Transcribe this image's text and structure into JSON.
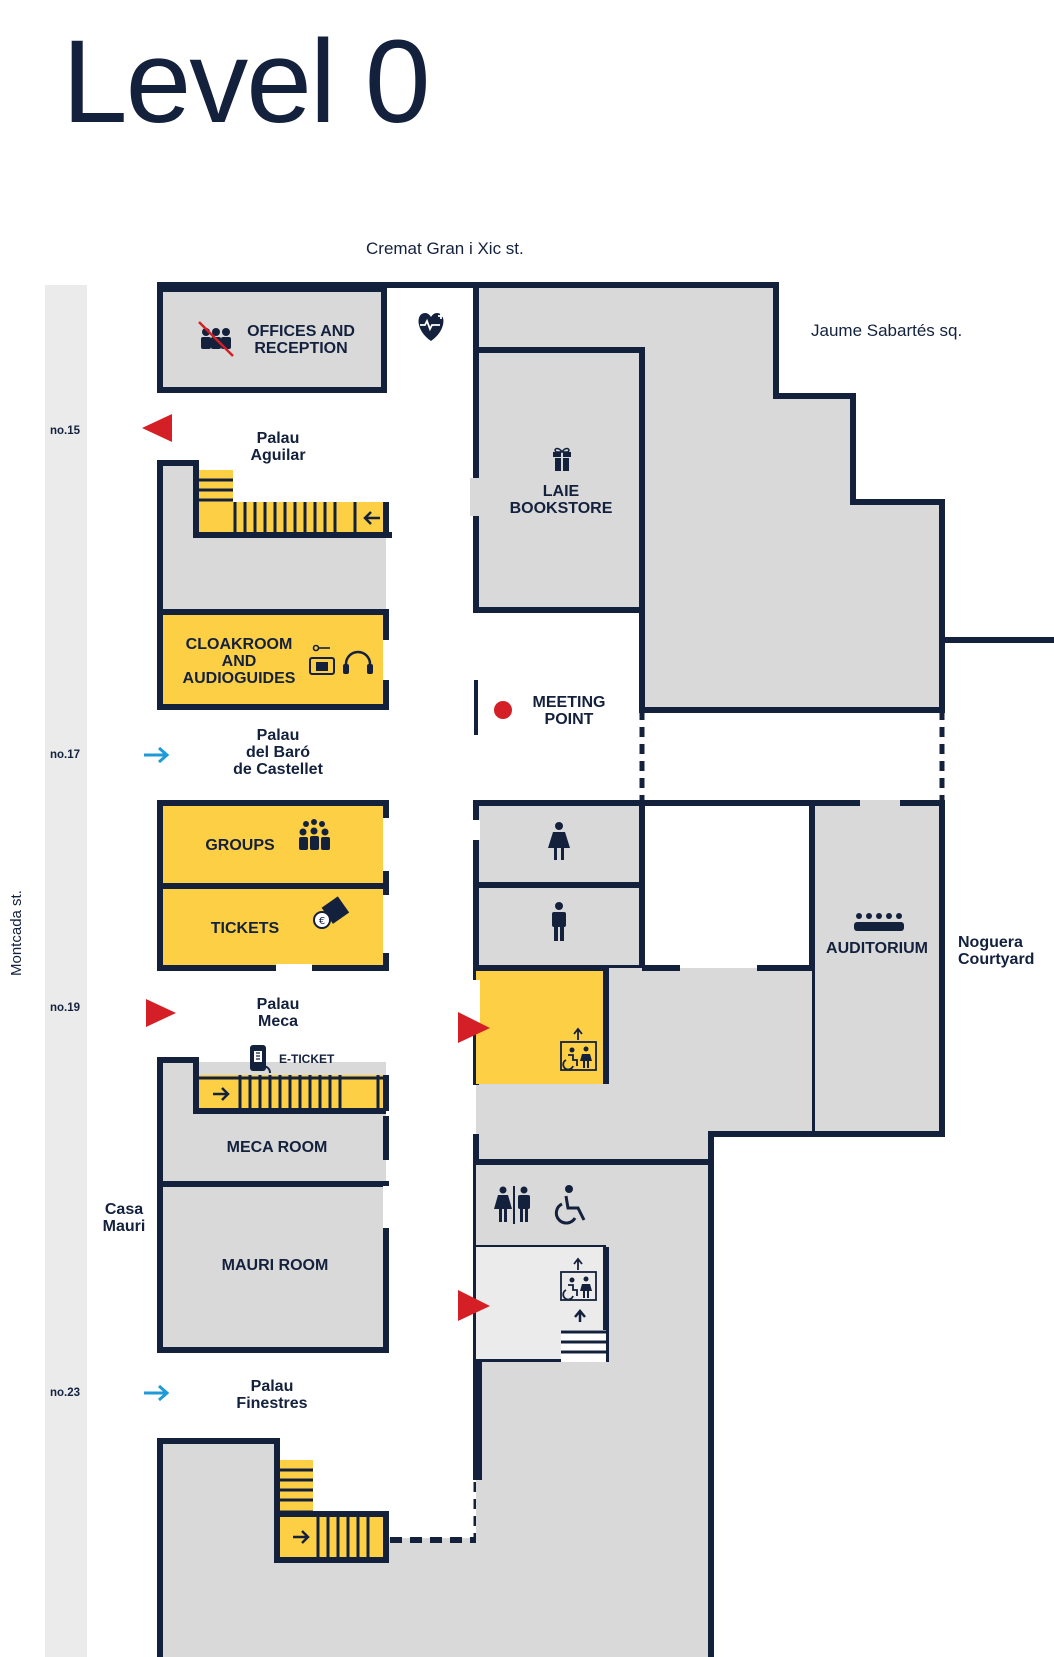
{
  "title": "Level 0",
  "streets": {
    "top": "Cremat Gran i Xic st.",
    "right_top": "Jaume Sabartés sq.",
    "left": "Montcada st."
  },
  "street_numbers": [
    "no.15",
    "no.17",
    "no.19",
    "no.23"
  ],
  "buildings": {
    "aguilar": "Palau\nAguilar",
    "baro": "Palau\ndel Baró\nde Castellet",
    "meca": "Palau\nMeca",
    "mauri": "Casa\nMauri",
    "finestres": "Palau\nFinestres",
    "noguera": "Noguera\nCourtyard"
  },
  "rooms": {
    "offices": "OFFICES AND\nRECEPTION",
    "bookstore": "LAIE\nBOOKSTORE",
    "cloakroom": "CLOAKROOM\nAND\nAUDIOGUIDES",
    "meeting": "MEETING\nPOINT",
    "groups": "GROUPS",
    "tickets": "TICKETS",
    "auditorium": "AUDITORIUM",
    "meca_room": "MECA ROOM",
    "mauri_room": "MAURI ROOM",
    "eticket": "E-TICKET"
  },
  "colors": {
    "wall": "#14213d",
    "room_gray": "#d9d9d9",
    "light_gray": "#ebebeb",
    "yellow": "#fdcf45",
    "red": "#d41f26",
    "blue": "#1e9ad6"
  },
  "icons": [
    "no-staff-icon",
    "first-aid-icon",
    "gift-icon",
    "locker-icon",
    "headphones-icon",
    "group-icon",
    "ticket-euro-icon",
    "woman-toilet-icon",
    "man-toilet-icon",
    "elevator-icon",
    "accessible-toilet-icon",
    "audience-icon",
    "mobile-ticket-icon",
    "entrance-arrow-icon",
    "exit-arrow-icon"
  ]
}
